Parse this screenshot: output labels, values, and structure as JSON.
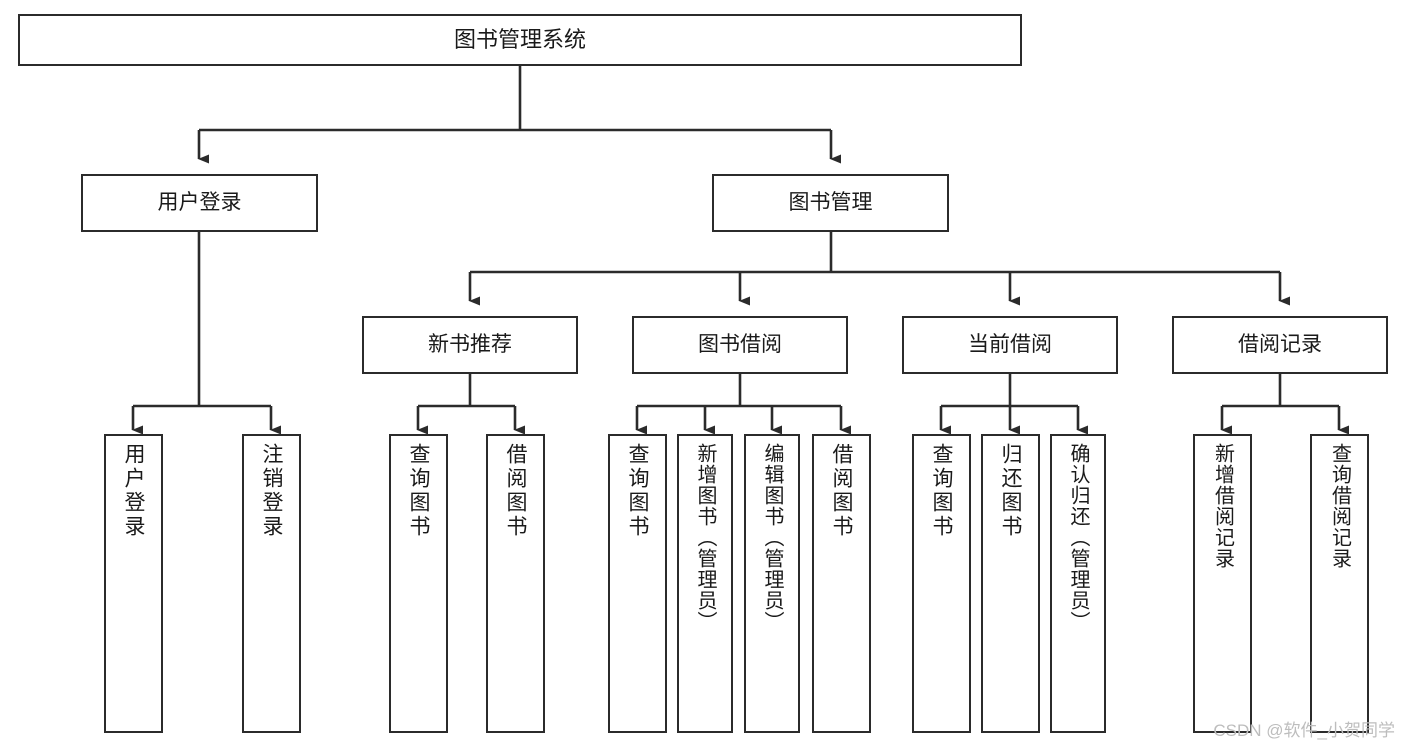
{
  "diagram": {
    "type": "tree-hierarchy",
    "title": "图书管理系统",
    "orientation": "top-down",
    "colors": {
      "box_border": "#2b2b2b",
      "box_fill": "#ffffff",
      "connector": "#2b2b2b",
      "text": "#1a1a1a",
      "watermark": "#bdbdbd",
      "background": "#ffffff"
    },
    "root": {
      "label": "图书管理系统"
    },
    "level1": [
      {
        "label": "用户登录"
      },
      {
        "label": "图书管理"
      }
    ],
    "level2": [
      {
        "label": "新书推荐"
      },
      {
        "label": "图书借阅"
      },
      {
        "label": "当前借阅"
      },
      {
        "label": "借阅记录"
      }
    ],
    "leaves": {
      "user_login": [
        {
          "label": "用户登录"
        },
        {
          "label": "注销登录"
        }
      ],
      "new_book_recommend": [
        {
          "label": "查询图书"
        },
        {
          "label": "借阅图书"
        }
      ],
      "book_borrow": [
        {
          "label": "查询图书"
        },
        {
          "label": "新增图书（管理员）"
        },
        {
          "label": "编辑图书（管理员）"
        },
        {
          "label": "借阅图书"
        }
      ],
      "current_borrow": [
        {
          "label": "查询图书"
        },
        {
          "label": "归还图书"
        },
        {
          "label": "确认归还（管理员）"
        }
      ],
      "borrow_records": [
        {
          "label": "新增借阅记录"
        },
        {
          "label": "查询借阅记录"
        }
      ]
    }
  },
  "watermark": {
    "text": "CSDN @软件_小贺同学"
  }
}
